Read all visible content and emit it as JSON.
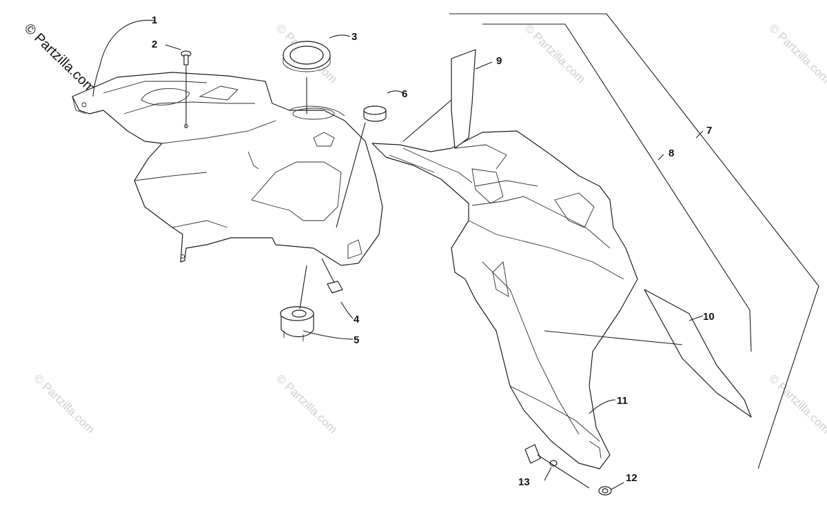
{
  "copyright_text": "© Partzilla.com",
  "watermark_text": "© Partzilla.com",
  "callouts": [
    "1",
    "2",
    "3",
    "4",
    "5",
    "6",
    "7",
    "8",
    "9",
    "10",
    "11",
    "12",
    "13"
  ]
}
